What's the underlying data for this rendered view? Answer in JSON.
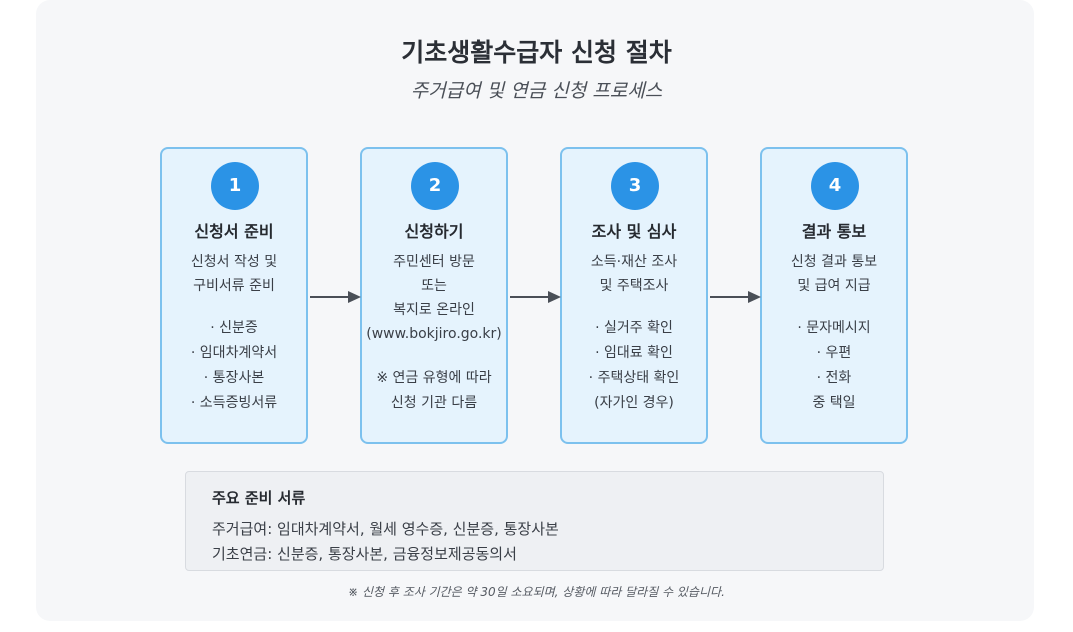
{
  "title": "기초생활수급자 신청 절차",
  "subtitle": "주거급여 및 연금 신청 프로세스",
  "steps": [
    {
      "number": "1",
      "title": "신청서 준비",
      "desc": [
        "신청서 작성 및",
        "구비서류 준비"
      ],
      "items": [
        "· 신분증",
        "· 임대차계약서",
        "· 통장사본",
        "· 소득증빙서류"
      ]
    },
    {
      "number": "2",
      "title": "신청하기",
      "desc": [
        "주민센터 방문",
        "또는",
        "복지로 온라인",
        "(www.bokjiro.go.kr)"
      ],
      "items": [
        "※ 연금 유형에 따라",
        "신청 기관 다름"
      ]
    },
    {
      "number": "3",
      "title": "조사 및 심사",
      "desc": [
        "소득·재산 조사",
        "및 주택조사"
      ],
      "items": [
        "· 실거주 확인",
        "· 임대료 확인",
        "· 주택상태 확인",
        "(자가인 경우)"
      ]
    },
    {
      "number": "4",
      "title": "결과 통보",
      "desc": [
        "신청 결과 통보",
        "및 급여 지급"
      ],
      "items": [
        "· 문자메시지",
        "· 우편",
        "· 전화",
        "중 택일"
      ]
    }
  ],
  "documents": {
    "title": "주요 준비 서류",
    "lines": [
      "주거급여: 임대차계약서, 월세 영수증, 신분증, 통장사본",
      "기초연금: 신분증, 통장사본, 금융정보제공동의서"
    ]
  },
  "note": "※ 신청 후 조사 기간은 약 30일 소요되며, 상황에 따라 달라질 수 있습니다.",
  "colors": {
    "step_fill": "#e5f3fd",
    "step_border": "#7cc1ee",
    "step_badge": "#2b93e6",
    "arrow": "#4a4f57"
  }
}
